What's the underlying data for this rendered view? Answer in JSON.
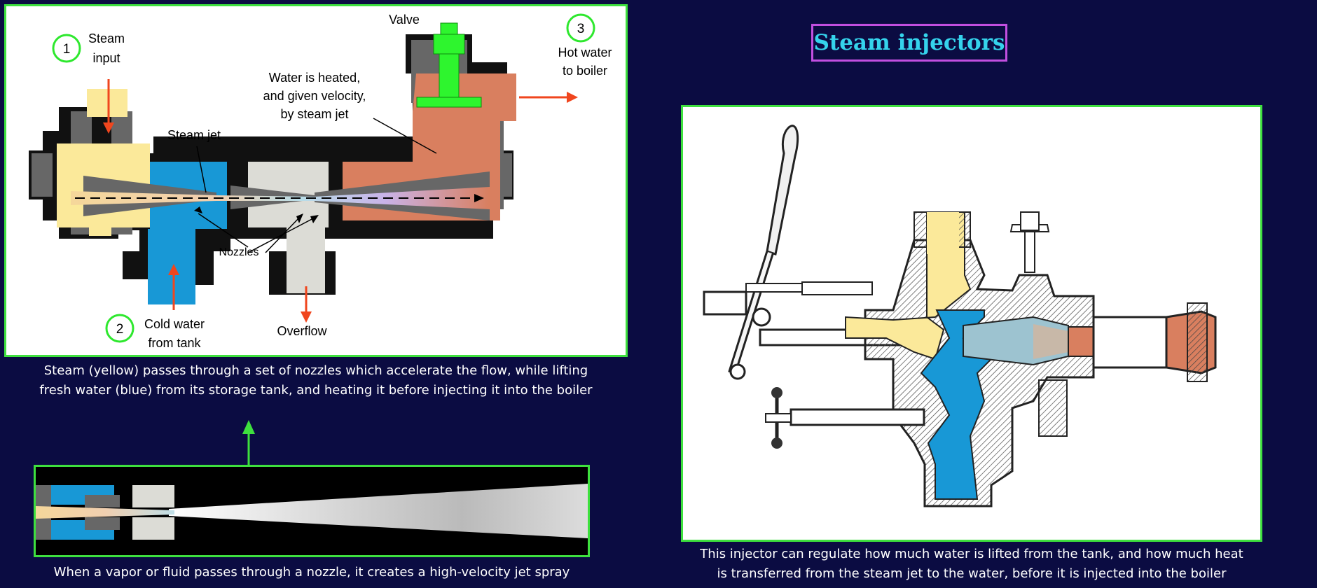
{
  "title": "Steam injectors",
  "main_diagram": {
    "labels": {
      "valve": "Valve",
      "steam_input_line1": "Steam",
      "steam_input_line2": "input",
      "hot_water_line1": "Hot water",
      "hot_water_line2": "to boiler",
      "heated_line1": "Water is heated,",
      "heated_line2": "and given velocity,",
      "heated_line3": "by steam jet",
      "steam_jet": "Steam jet",
      "nozzles": "Nozzles",
      "cold_water_line1": "Cold water",
      "cold_water_line2": "from tank",
      "overflow": "Overflow"
    },
    "markers": [
      "1",
      "2",
      "3"
    ],
    "caption_line1": "Steam (yellow) passes through a set of nozzles which accelerate the flow, while lifting",
    "caption_line2": "fresh water (blue) from its storage tank,  and heating it before injecting it into the boiler"
  },
  "jet_panel": {
    "caption": "When a vapor or fluid passes through a nozzle, it creates a high-velocity jet spray"
  },
  "photo_panel": {
    "caption_line1": "This injector can regulate how much water is lifted from the tank, and how much heat",
    "caption_line2": "is transferred from the steam jet to the water, before it is injected into the boiler"
  },
  "colors": {
    "steam": "#fbe99a",
    "cold_water": "#1898d6",
    "hot_water": "#d97f5f",
    "valve": "#2ef52e",
    "body": "#676767",
    "arrow": "#f0461e",
    "border": "#3ee03e",
    "background": "#0b0c42",
    "title": "#35d3ec"
  }
}
